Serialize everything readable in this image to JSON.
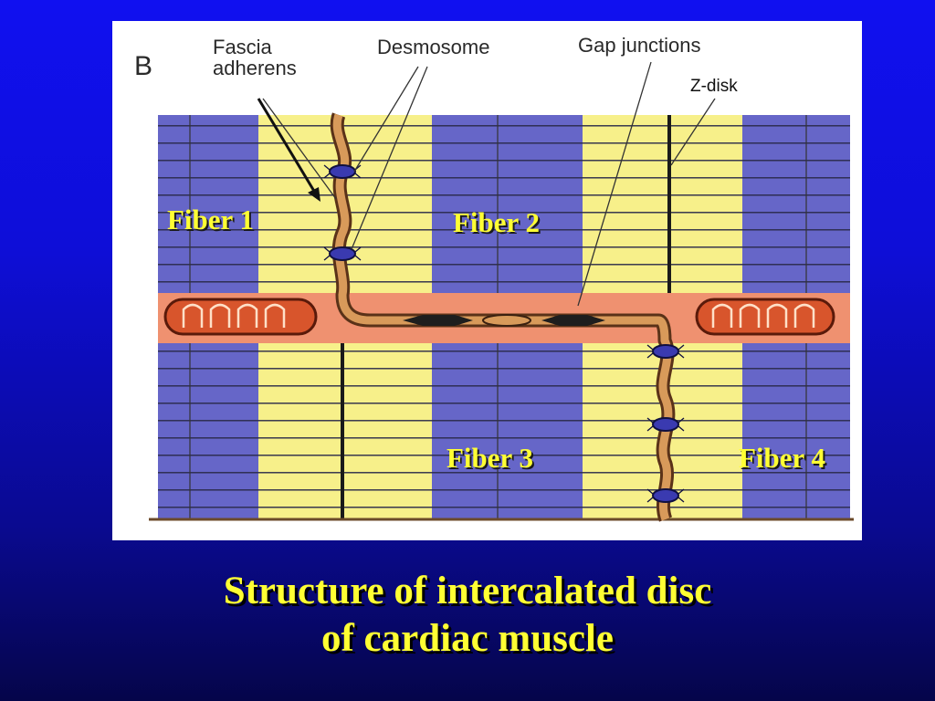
{
  "figure": {
    "panel_letter": "B",
    "labels": {
      "fascia_line1": "Fascia",
      "fascia_line2": "adherens",
      "desmosome": "Desmosome",
      "gap_junctions": "Gap junctions",
      "z_disk": "Z-disk"
    },
    "fibers": [
      "Fiber 1",
      "Fiber 2",
      "Fiber 3",
      "Fiber 4"
    ],
    "colors": {
      "band_blue": "#6666c8",
      "band_yellow": "#f7f08a",
      "disc_orange": "#c98a4a",
      "cytoplasm_salmon": "#ef9170",
      "mitochondria": "#d8552c",
      "junction_dark": "#1e1e1e"
    }
  },
  "title": {
    "line1": "Structure of intercalated disc",
    "line2": "of cardiac muscle"
  },
  "colors": {
    "slide_background": "#1010f0",
    "title_text": "#ffff33"
  }
}
